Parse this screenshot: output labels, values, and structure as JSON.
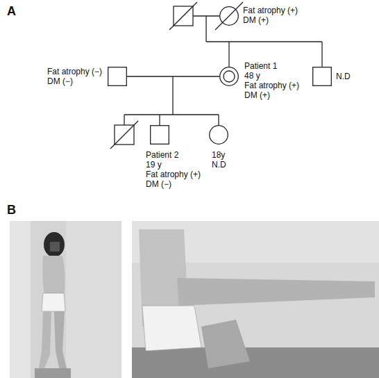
{
  "diagram": {
    "nodes": [
      {
        "text": [
          "Fat atrophy (+)",
          "DM (+)"
        ]
      },
      {
        "text": [
          "Patient 1",
          "48 y",
          "Fat atrophy (+)",
          "DM (+)"
        ]
      },
      {
        "text": [
          "N.D"
        ]
      },
      {
        "text": [
          "Fat atrophy (−)",
          "DM (−)"
        ]
      },
      {
        "text": [
          "Patient 2",
          "19 y",
          "Fat atrophy (+)",
          "DM (−)"
        ]
      },
      {
        "text": [
          "18y",
          "N.D"
        ]
      }
    ],
    "edges": [
      {
        "from": 3,
        "to": 1,
        "arrow": "none"
      }
    ],
    "labels": [
      "A",
      "B"
    ]
  }
}
